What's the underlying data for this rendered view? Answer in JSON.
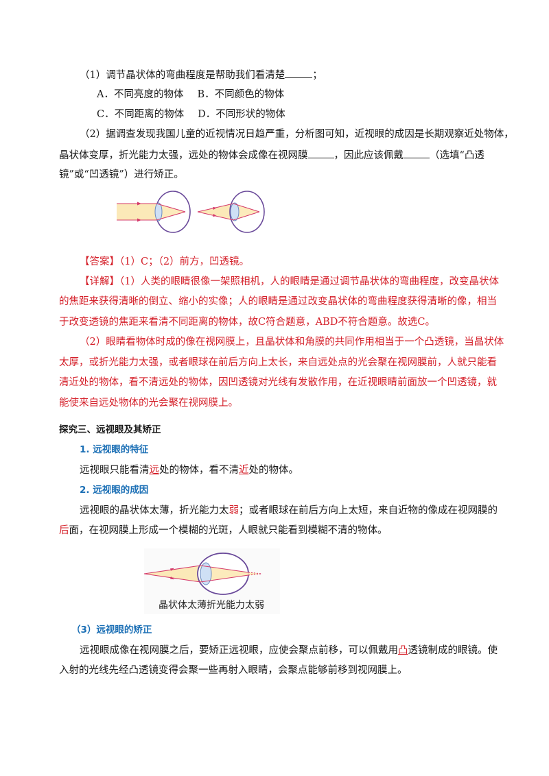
{
  "q1": {
    "stem": "（1）调节晶状体的弯曲程度是帮助我们看清楚",
    "stem_end": "；",
    "optA": "A．不同亮度的物体",
    "optB": "B．不同颜色的物体",
    "optC": "C．不同距离的物体",
    "optD": "D．不同形状的物体"
  },
  "q2": {
    "line1": "（2）据调查发现我国儿童的近视情况日趋严重，分析图可知，近视眼的成因是长期观察近处物体，",
    "line2a": "晶状体变厚，折光能力太强，远处的物体会成像在视网膜",
    "line2b": "，因此应该佩戴",
    "line2c": "（选填“凸透",
    "line3": "镜”或“凹透镜”）进行矫正。"
  },
  "answer": {
    "tag": "【答案】",
    "text": "（1）C；（2）前方，凹透镜。"
  },
  "explain": {
    "tag": "【详解】",
    "p1_l1": "（1）人类的眼睛很像一架照相机，人的眼睛是通过调节晶状体的弯曲程度，改变晶状体",
    "p1_l2": "的焦距来获得清晰的倒立、缩小的实像；人的眼睛是通过改变晶状体的弯曲程度获得清晰的像，相当",
    "p1_l3": "于改变透镜的焦距来看清不同距离的物体，故C符合题意，ABD不符合题意。故选C。",
    "p2_l1": "（2）眼睛看物体时成的像在视网膜上，且晶状体和角膜的共同作用相当于一个凸透镜，当晶状体",
    "p2_l2": "太厚，或折光能力太强，或者眼球在前后方向上太长，来自远处点的光会聚在视网膜前，人就只能看",
    "p2_l3": "清近处的物体，看不清远处的物体，因凹透镜对光线有发散作用，在近视眼睛前面放一个凹透镜，就",
    "p2_l4": "能使来自远处物体的光会聚在视网膜上。"
  },
  "section3": {
    "title": "探究三、远视眼及其矫正",
    "h1": "1. 远视眼的特征",
    "s1a": "远视眼只能看清",
    "s1b": "远",
    "s1c": "处的物体，看不清",
    "s1d": "近",
    "s1e": "处的物体。",
    "h2": "2. 远视眼的成因",
    "s2_l1a": "远视眼的晶状体太薄，折光能力太",
    "s2_l1b": "弱",
    "s2_l1c": "；或者眼球在前后方向上太短，来自近物的像成在视网膜的",
    "s2_l2a": "后",
    "s2_l2b": "面，在视网膜上形成一个模糊的光斑，人眼就只能看到模糊不清的物体。",
    "caption": "晶状体太薄折光能力太弱",
    "h3": "（3）远视眼的矫正",
    "s3_l1a": "远视眼成像在视网膜之后，要矫正远视眼，应使会聚点前移，可以佩戴用",
    "s3_l1b": "凸",
    "s3_l1c": "透镜制成的眼镜。使",
    "s3_l2": "入射的光线先经凸透镜变得会聚一些再射入眼睛，会聚点能够前移到视网膜上。"
  },
  "colors": {
    "red": "#d5202a",
    "blue": "#1b6fb5",
    "eye_fill": "#cfe0f5",
    "eye_stroke": "#6a4a9a",
    "ray": "#d53a6a",
    "beam": "#fbe7b0"
  }
}
